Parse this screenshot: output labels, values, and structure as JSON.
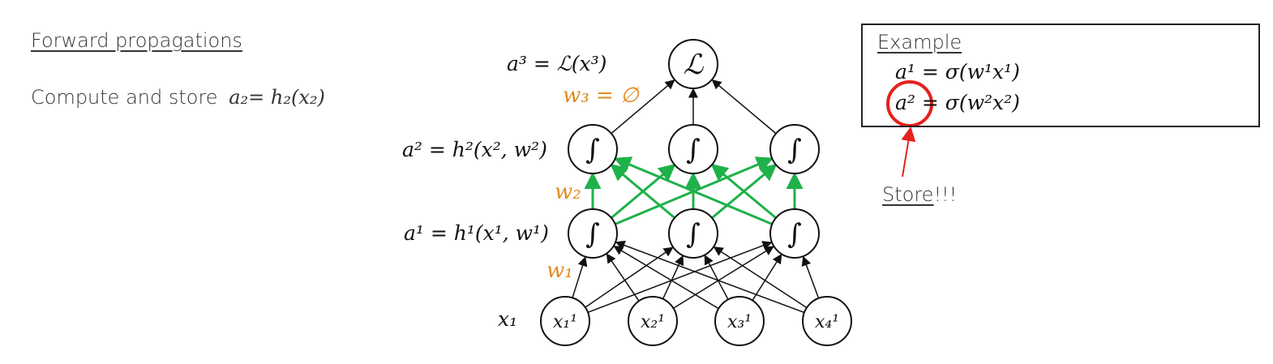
{
  "title": "Forward propagations",
  "compute": {
    "text": "Compute and store",
    "formula": "a₂= h₂(x₂)"
  },
  "network": {
    "loss_label": "a³ = ℒ(x³)",
    "loss_symbol": "ℒ",
    "w3_label": "w₃ = ∅",
    "layer2_label": "a² = h²(x², w²)",
    "w2_label": "w₂",
    "layer1_label": "a¹ = h¹(x¹, w¹)",
    "w1_label": "w₁",
    "input_label": "x₁",
    "activation_symbol": "∫",
    "inputs": [
      "x₁¹",
      "x₂¹",
      "x₃¹",
      "x₄¹"
    ]
  },
  "example": {
    "title": "Example",
    "line1": "a¹ = σ(w¹x¹)",
    "line2": "a² = σ(w²x²)"
  },
  "store": {
    "word": "Store",
    "suffix": "!!!"
  },
  "colors": {
    "weight_label": "#e08a1e",
    "layer2_edges": "#1fb14a",
    "highlight": "#e5211e",
    "stroke": "#111111"
  }
}
